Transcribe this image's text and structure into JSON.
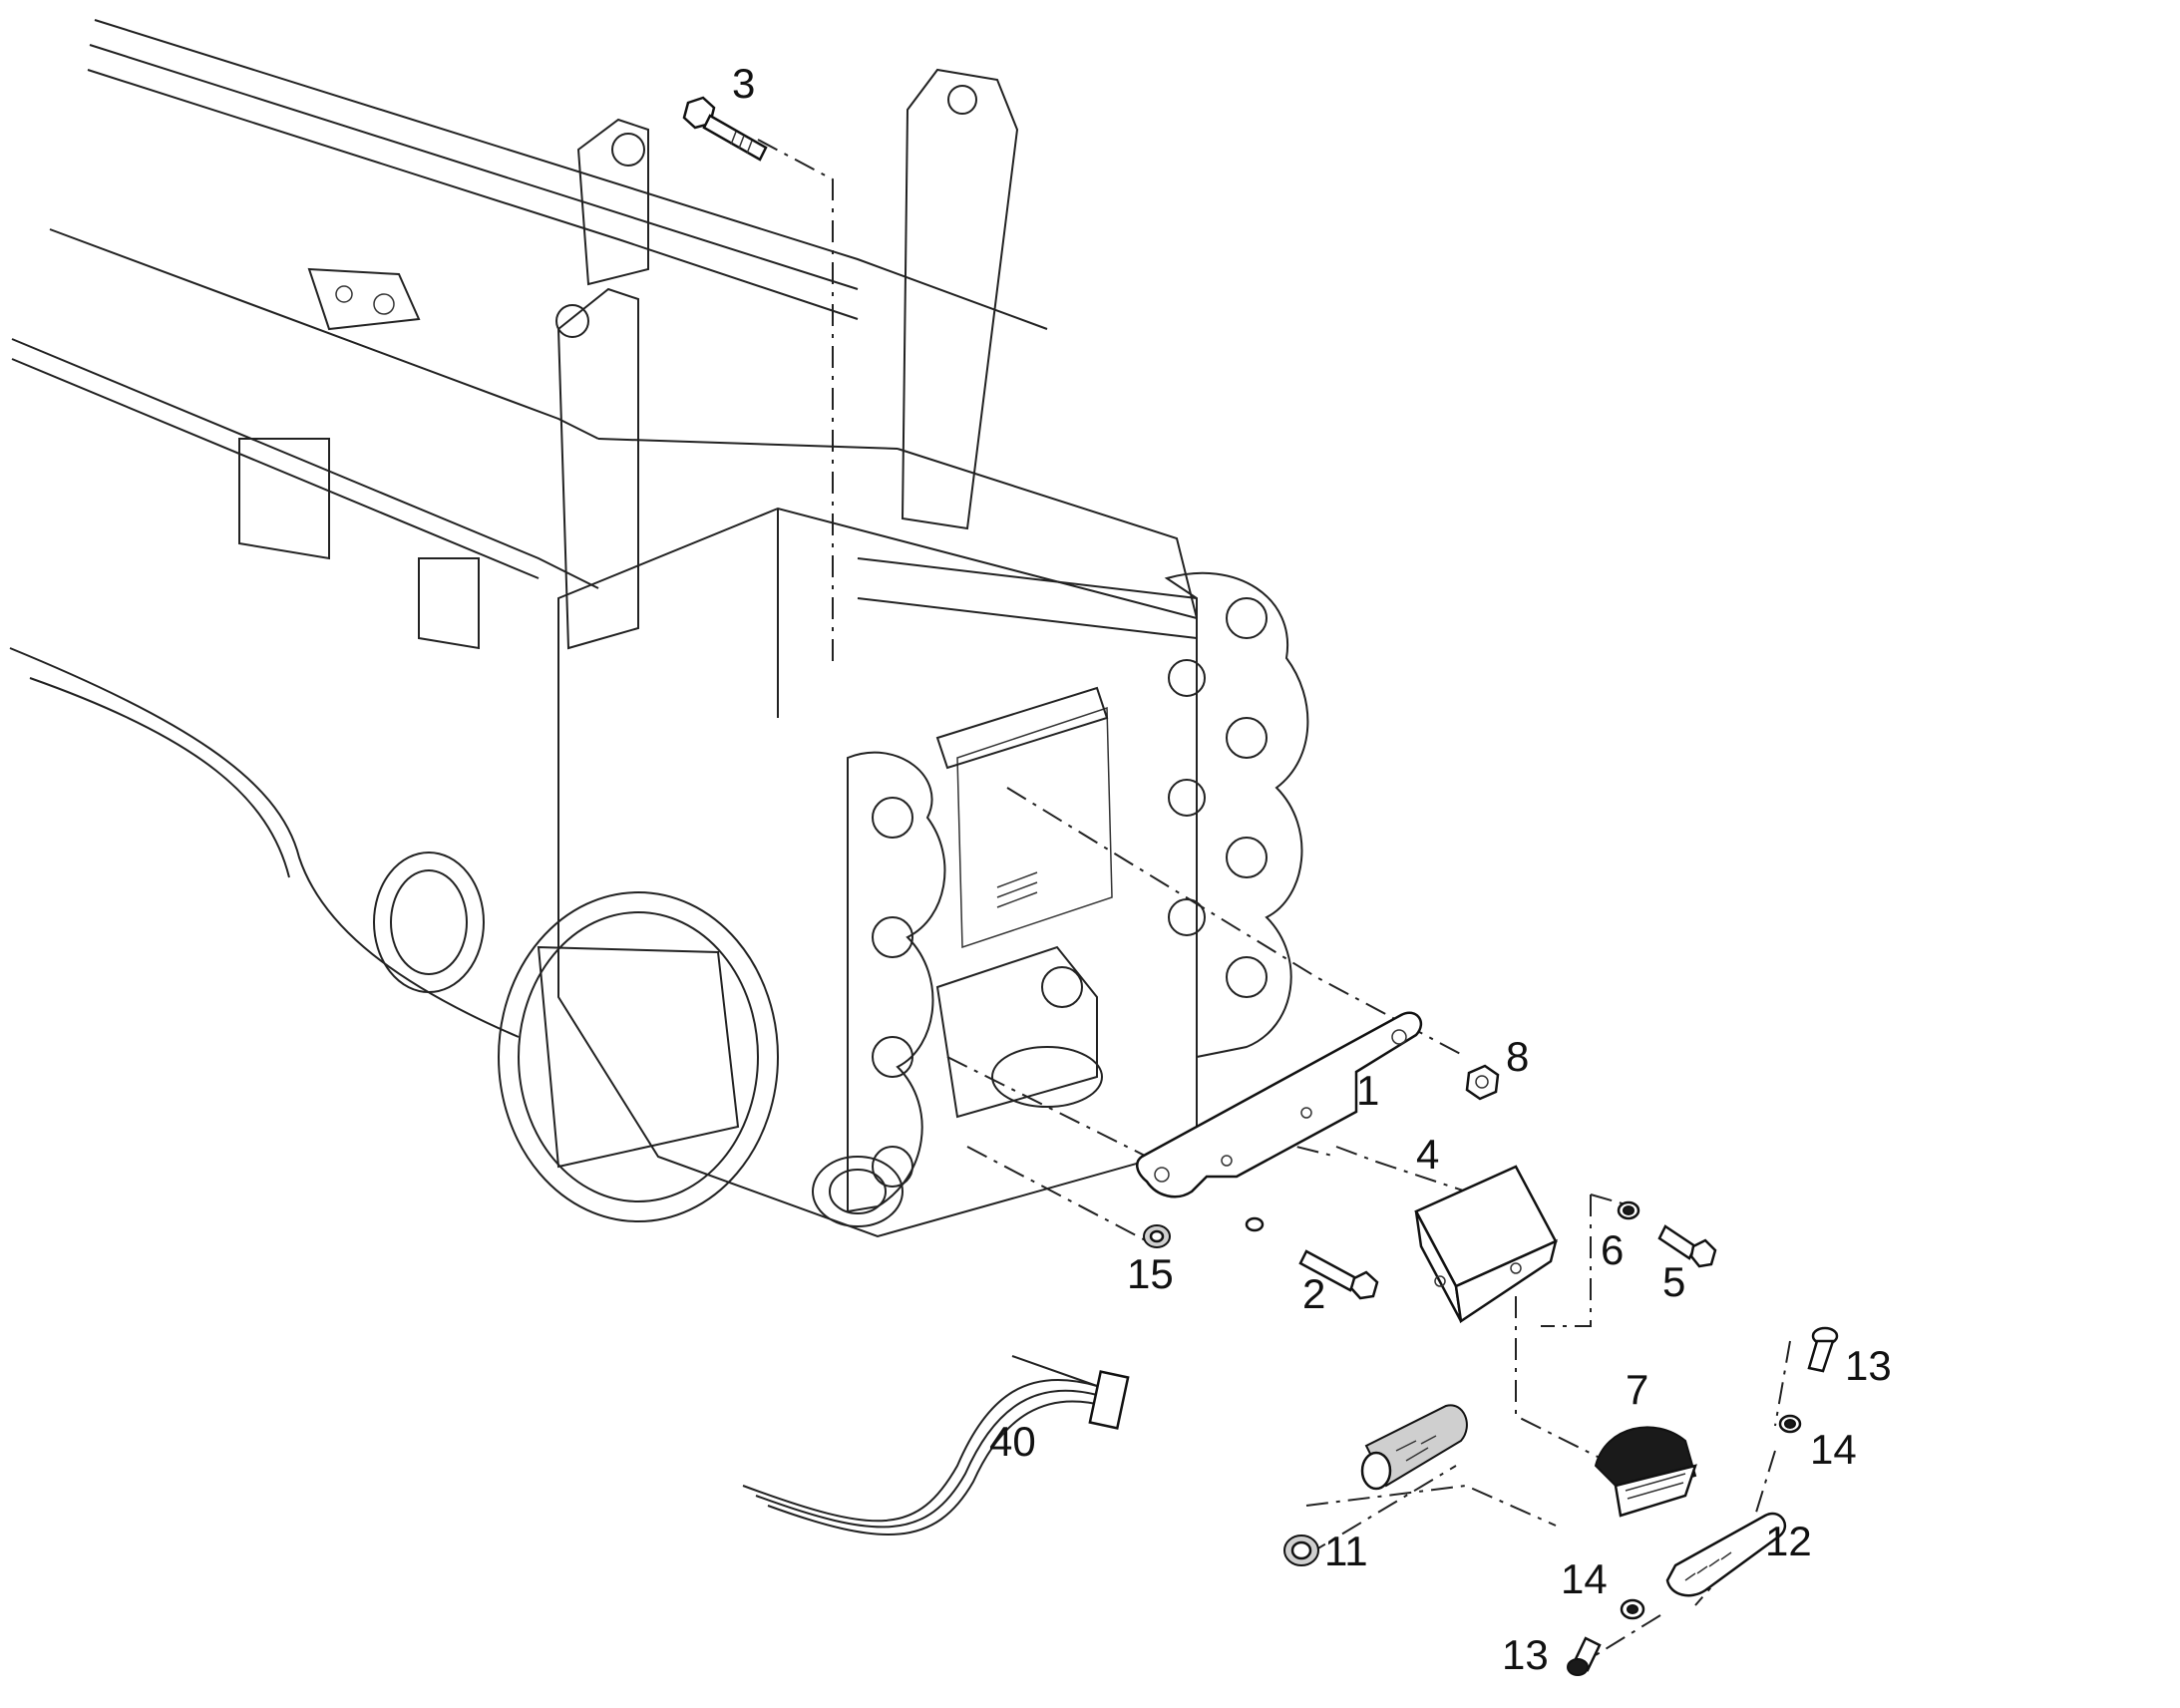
{
  "callouts": {
    "c1": "1",
    "c2": "2",
    "c3": "3",
    "c4": "4",
    "c5": "5",
    "c6": "6",
    "c7": "7",
    "c8": "8",
    "c11": "11",
    "c12": "12",
    "c13a": "13",
    "c13b": "13",
    "c14a": "14",
    "c14b": "14",
    "c15": "15",
    "c40": "40"
  }
}
